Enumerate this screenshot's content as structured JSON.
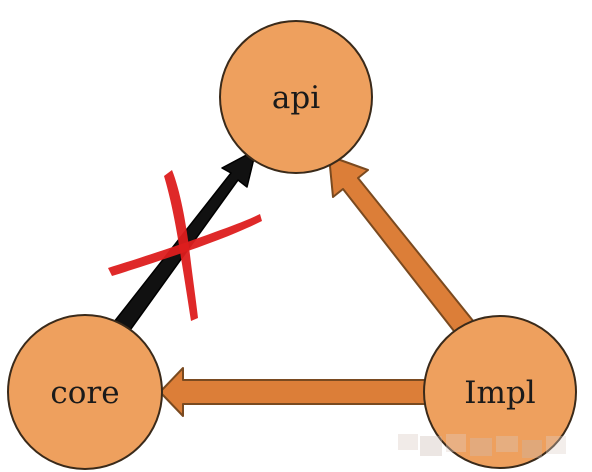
{
  "nodes": {
    "api": {
      "label": "api"
    },
    "core": {
      "label": "core"
    },
    "impl": {
      "label": "Impl"
    }
  },
  "edges": [
    {
      "from": "Impl",
      "to": "api",
      "style": "orange-arrow"
    },
    {
      "from": "Impl",
      "to": "core",
      "style": "orange-arrow"
    },
    {
      "from": "core",
      "to": "api",
      "style": "black-arrow",
      "crossed_out": true
    }
  ],
  "colors": {
    "node_fill": "#EEA05E",
    "node_stroke": "#3a2a1a",
    "arrow_orange": "#DC7E38",
    "arrow_orange_stroke": "#7a4a20",
    "arrow_black": "#111111",
    "cross_red": "#DD1E1E"
  }
}
